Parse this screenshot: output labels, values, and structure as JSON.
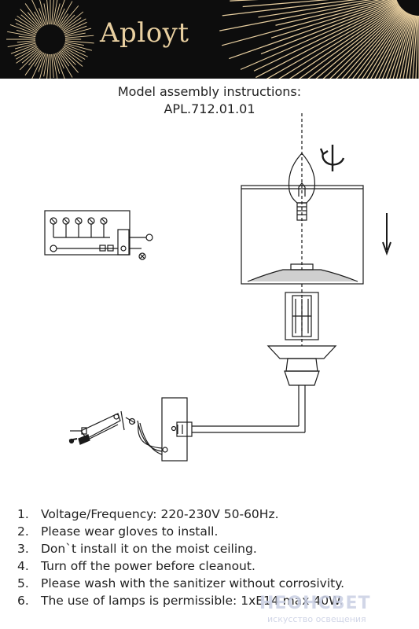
{
  "brand": {
    "name": "Aployt",
    "logo": "sunburst-logo"
  },
  "document": {
    "title_line1": "Model assembly instructions:",
    "title_line2": "APL.712.01.01"
  },
  "instructions": [
    {
      "num": "1.",
      "text": "Voltage/Frequency: 220-230V 50-60Hz."
    },
    {
      "num": "2.",
      "text": "Please wear gloves to install."
    },
    {
      "num": "3.",
      "text": "Don`t install it on the moist ceiling."
    },
    {
      "num": "4.",
      "text": "Turn off the power before cleanout."
    },
    {
      "num": "5.",
      "text": "Please wash with the sanitizer without corrosivity."
    },
    {
      "num": "6.",
      "text": "The use of lamps is permissible: 1xE14 max 40W."
    }
  ],
  "watermark": {
    "main": "НЕОНСВЕТ",
    "sub": "искусство освещения"
  },
  "colors": {
    "header_bg": "#0d0d0d",
    "brand_gold": "#e8cfa0",
    "line": "#1a1a1a"
  }
}
